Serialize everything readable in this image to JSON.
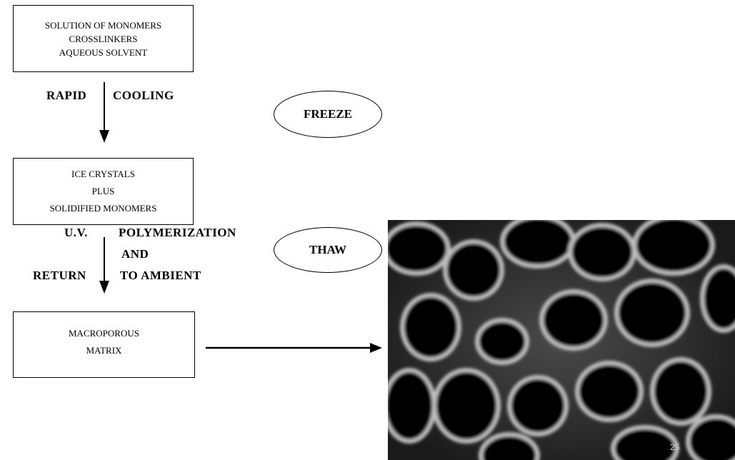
{
  "boxes": {
    "solution": [
      "SOLUTION OF MONOMERS",
      "CROSSLINKERS",
      "AQUEOUS SOLVENT"
    ],
    "ice": [
      "ICE CRYSTALS",
      "PLUS",
      "SOLIDIFIED MONOMERS"
    ],
    "matrix": [
      "MACROPOROUS",
      "MATRIX"
    ]
  },
  "steps": {
    "rapid": "RAPID",
    "cooling": "COOLING",
    "uv": "U.V.",
    "polymerization": "POLYMERIZATION",
    "and": "AND",
    "return": "RETURN",
    "to_ambient": "TO AMBIENT"
  },
  "phases": {
    "freeze": "FREEZE",
    "thaw": "THAW"
  },
  "page_number": "25"
}
